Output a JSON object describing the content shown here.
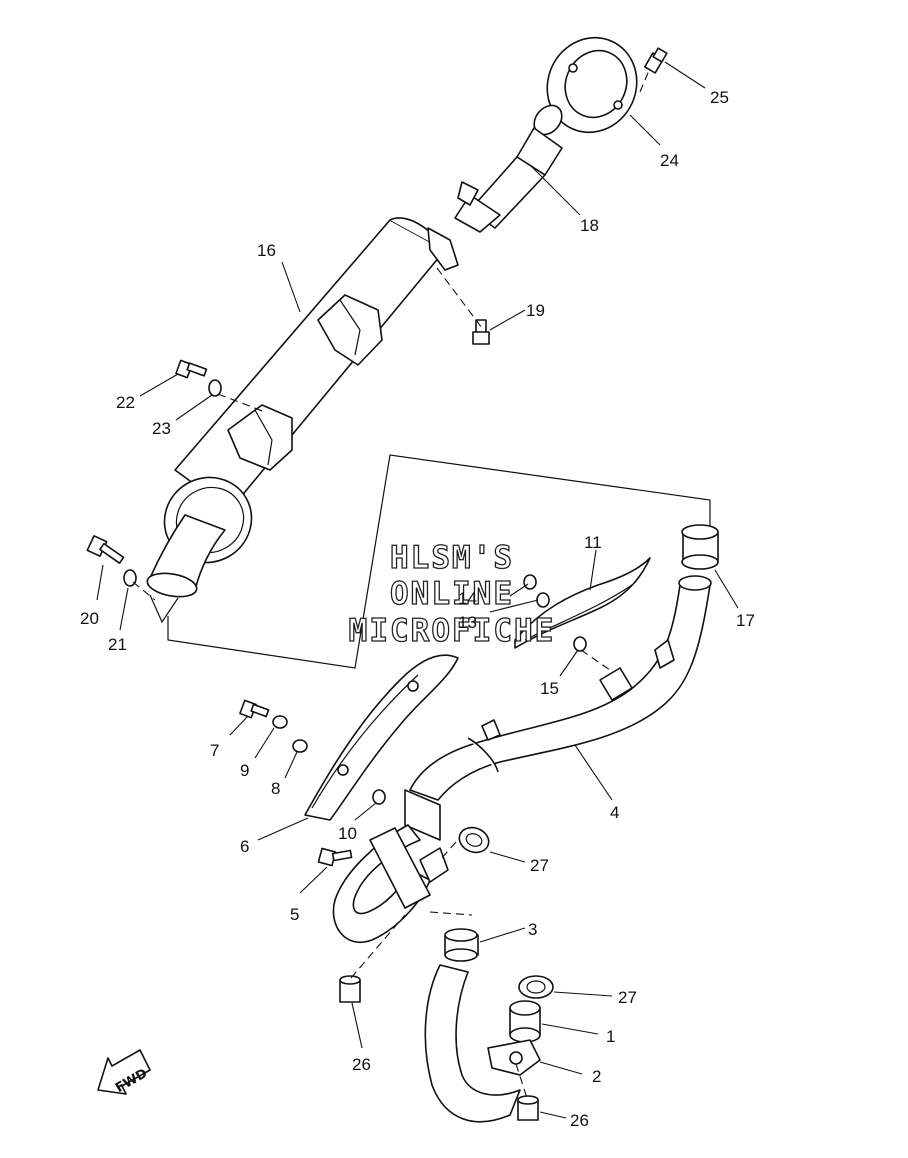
{
  "callouts": [
    "1",
    "2",
    "3",
    "4",
    "5",
    "6",
    "7",
    "8",
    "9",
    "10",
    "11",
    "13",
    "14",
    "15",
    "16",
    "17",
    "18",
    "19",
    "20",
    "21",
    "22",
    "23",
    "24",
    "25",
    "26",
    "26",
    "27",
    "27"
  ],
  "watermark": {
    "line1": "HLSM'S",
    "line2": "ONLINE",
    "line3": "MICROFICHE"
  },
  "fwd_label": "FWD"
}
